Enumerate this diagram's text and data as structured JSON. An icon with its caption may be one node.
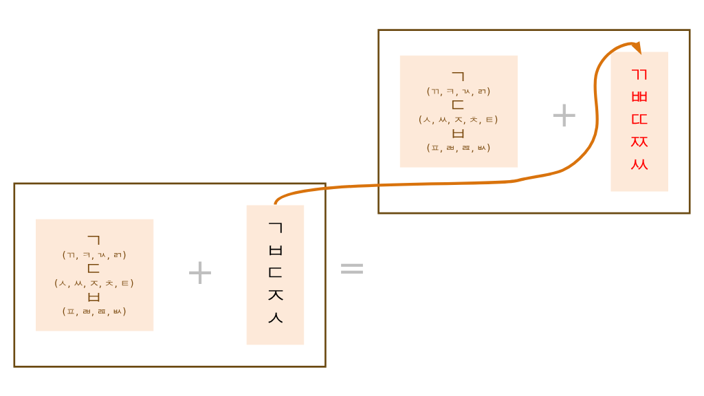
{
  "diagram": {
    "nodes": [
      {
        "text": [],
        "shape": "box"
      },
      {
        "text": [
          "ㄱ",
          "(ㄲ, ㅋ, ㄳ, ㄺ)",
          "ㄷ",
          "(ㅅ, ㅆ, ㅈ, ㅊ, ㅌ)",
          "ㅂ",
          "(ㅍ, ㄼ, ㄿ, ㅄ)"
        ],
        "in": 0
      },
      {
        "text": [
          "ㄱ",
          "ㅂ",
          "ㄷ",
          "ㅈ",
          "ㅅ"
        ],
        "in": 0
      },
      {
        "text": [],
        "shape": "box"
      },
      {
        "text": [
          "ㄱ",
          "(ㄲ, ㅋ, ㄳ, ㄺ)",
          "ㄷ",
          "(ㅅ, ㅆ, ㅈ, ㅊ, ㅌ)",
          "ㅂ",
          "(ㅍ, ㄼ, ㄿ, ㅄ)"
        ],
        "in": 3
      },
      {
        "text": [
          "ㄲ",
          "ㅃ",
          "ㄸ",
          "ㅉ",
          "ㅆ"
        ],
        "in": 3
      }
    ],
    "edges": [
      {
        "from": 2,
        "to": 5,
        "arrow": "to",
        "color": "#d9730d"
      }
    ],
    "labels": [
      "+",
      "=",
      "+"
    ]
  }
}
